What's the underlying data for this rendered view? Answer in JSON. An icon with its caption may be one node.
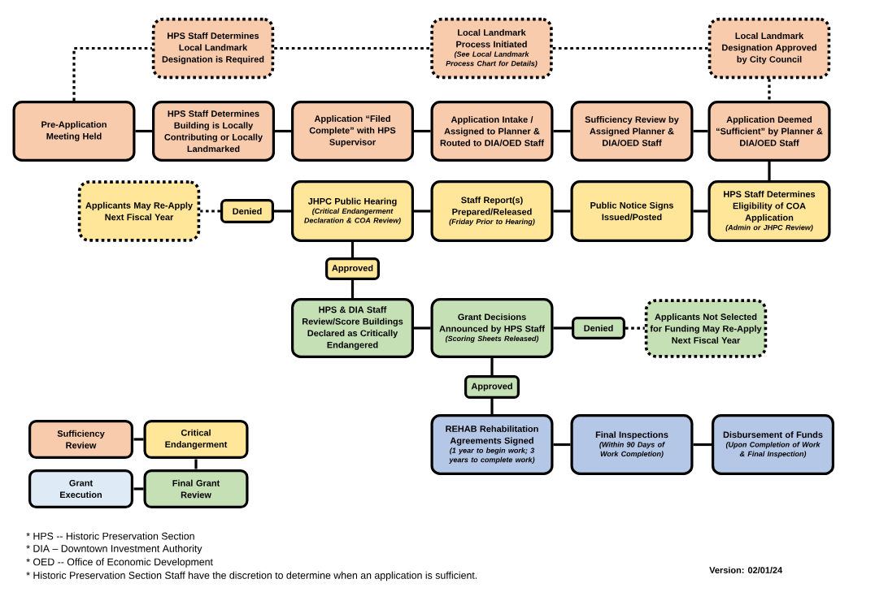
{
  "diagram": {
    "nodes": [
      {
        "text": [
          "HPS Staff Determines Local Landmark Designation is Required"
        ]
      },
      {
        "text": [
          "Local Landmark Process Initiated",
          "(See Local Landmark Process Chart for Details)"
        ]
      },
      {
        "text": [
          "Local Landmark Designation Approved by City Council"
        ]
      },
      {
        "text": [
          "Pre-Application Meeting Held"
        ]
      },
      {
        "text": [
          "HPS Staff Determines Building is Locally Contributing or Locally Landmarked"
        ]
      },
      {
        "text": [
          "Application “Filed Complete” with HPS Supervisor"
        ]
      },
      {
        "text": [
          "Application Intake / Assigned to Planner & Routed to DIA/OED Staff"
        ]
      },
      {
        "text": [
          "Sufficiency Review by Assigned Planner & DIA/OED Staff"
        ]
      },
      {
        "text": [
          "Application Deemed “Sufficient” by Planner & DIA/OED Staff"
        ]
      },
      {
        "text": [
          "Applicants May Re-Apply Next Fiscal Year"
        ]
      },
      {
        "text": [
          "Denied"
        ]
      },
      {
        "text": [
          "JHPC Public Hearing",
          "(Critical Endangerment Declaration & COA Review)"
        ]
      },
      {
        "text": [
          "Staff Report(s) Prepared/Released",
          "(Friday Prior to Hearing)"
        ]
      },
      {
        "text": [
          "Public Notice Signs Issued/Posted"
        ]
      },
      {
        "text": [
          "HPS Staff Determines Eligibility of COA Application",
          "(Admin or JHPC Review)"
        ]
      },
      {
        "text": [
          "Approved"
        ]
      },
      {
        "text": [
          "HPS & DIA Staff Review/Score Buildings Declared as Critically Endangered"
        ]
      },
      {
        "text": [
          "Grant Decisions Announced by HPS Staff",
          "(Scoring Sheets Released)"
        ]
      },
      {
        "text": [
          "Denied"
        ]
      },
      {
        "text": [
          "Applicants Not Selected for Funding May Re-Apply Next Fiscal Year"
        ]
      },
      {
        "text": [
          "Approved"
        ]
      },
      {
        "text": [
          "REHAB Rehabilitation Agreements Signed",
          "(1 year to begin work; 3 years to complete work)"
        ]
      },
      {
        "text": [
          "Final Inspections",
          "(Within 90 Days of Work Completion)"
        ]
      },
      {
        "text": [
          "Disbursement of Funds",
          "(Upon Completion of Work & Final Inspection)"
        ]
      }
    ],
    "edges": [
      {
        "from": 3,
        "to": 0,
        "arrow": "none",
        "style": "dashed"
      },
      {
        "from": 0,
        "to": 1,
        "arrow": "none",
        "style": "dashed"
      },
      {
        "from": 1,
        "to": 2,
        "arrow": "none",
        "style": "dashed"
      },
      {
        "from": 2,
        "to": 8,
        "arrow": "none",
        "style": "dashed"
      },
      {
        "from": 3,
        "to": 4,
        "arrow": "none"
      },
      {
        "from": 4,
        "to": 5,
        "arrow": "none"
      },
      {
        "from": 5,
        "to": 6,
        "arrow": "none"
      },
      {
        "from": 6,
        "to": 7,
        "arrow": "none"
      },
      {
        "from": 7,
        "to": 8,
        "arrow": "none"
      },
      {
        "from": 8,
        "to": 14,
        "arrow": "none"
      },
      {
        "from": 14,
        "to": 13,
        "arrow": "none"
      },
      {
        "from": 13,
        "to": 12,
        "arrow": "none"
      },
      {
        "from": 12,
        "to": 11,
        "arrow": "none"
      },
      {
        "from": 11,
        "to": 10,
        "arrow": "none"
      },
      {
        "from": 10,
        "to": 9,
        "arrow": "none",
        "style": "dashed"
      },
      {
        "from": 11,
        "to": 15,
        "arrow": "none"
      },
      {
        "from": 15,
        "to": 16,
        "arrow": "none"
      },
      {
        "from": 16,
        "to": 17,
        "arrow": "none"
      },
      {
        "from": 17,
        "to": 18,
        "arrow": "none"
      },
      {
        "from": 18,
        "to": 19,
        "arrow": "none",
        "style": "dashed"
      },
      {
        "from": 17,
        "to": 20,
        "arrow": "none"
      },
      {
        "from": 20,
        "to": 21,
        "arrow": "none"
      },
      {
        "from": 21,
        "to": 22,
        "arrow": "none"
      },
      {
        "from": 22,
        "to": 23,
        "arrow": "none"
      }
    ],
    "labels": [
      "* HPS -- Historic Preservation Section",
      "* DIA – Downtown Investment Authority",
      "* OED -- Office of Economic Development",
      "* Historic Preservation Section Staff have the discretion to determine when an application is sufficient.",
      "Version: 02/01/24"
    ],
    "legend": [
      {
        "text": "Sufficiency Review",
        "color": "#f8cbad"
      },
      {
        "text": "Critical Endangerment",
        "color": "#ffe699"
      },
      {
        "text": "Grant Execution",
        "color": "#deebf7"
      },
      {
        "text": "Final Grant Review",
        "color": "#c5e0b4"
      }
    ]
  }
}
